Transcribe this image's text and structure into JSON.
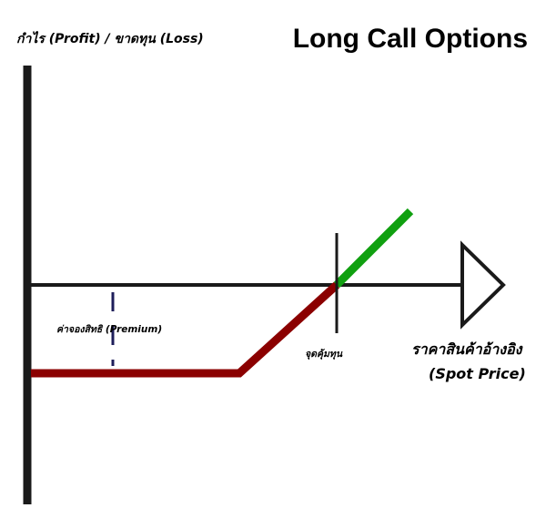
{
  "title": "Long Call Options",
  "y_axis_label": "กำไร (Profit) / ขาดทุน (Loss)",
  "x_axis_label_thai": "ราคาสินค้าอ้างอิง",
  "x_axis_label_english": "(Spot Price)",
  "premium_label": "ค่าจองสิทธิ (Premium)",
  "breakeven_label": "จุดคุ้มทุน",
  "colors": {
    "axis": "#1a1a1a",
    "loss_line": "#8b0000",
    "profit_line": "#10a010",
    "premium_marker": "#1e1e5a",
    "text": "#000000",
    "background": "#ffffff"
  }
}
